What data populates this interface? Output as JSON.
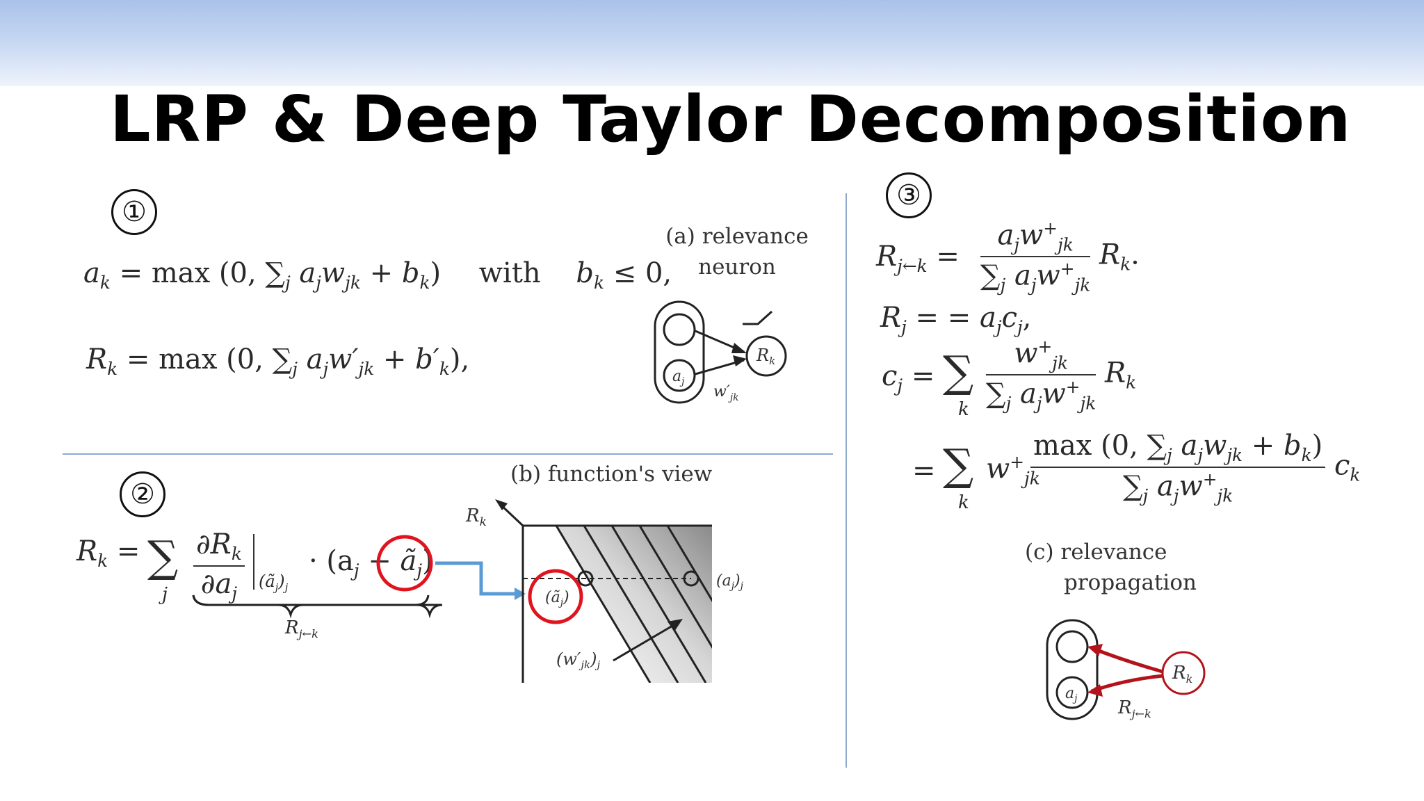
{
  "slide": {
    "title": "LRP & Deep Taylor Decomposition"
  },
  "sections": {
    "s1": {
      "number": "①",
      "eq1_lhs": "a",
      "eq1_lhs_sub": "k",
      "eq1_text": " = max (0, ∑",
      "eq1_sum_sub": "j",
      "eq1_mid": " a",
      "eq1_aj_sub": "j",
      "eq1_w": "w",
      "eq1_w_sub": "jk",
      "eq1_plus_b": " + b",
      "eq1_b_sub": "k",
      "eq1_close": ")",
      "eq1_with": "with",
      "eq1_cond_b": "b",
      "eq1_cond_sub": "k",
      "eq1_cond_rest": " ≤ 0,",
      "eq2_lhs": "R",
      "eq2_lhs_sub": "k",
      "eq2_text": " = max (0, ∑",
      "eq2_sum_sub": "j",
      "eq2_mid": " a",
      "eq2_aj_sub": "j",
      "eq2_w": "w′",
      "eq2_w_sub": "jk",
      "eq2_plus_b": " + b′",
      "eq2_b_sub": "k",
      "eq2_close": "),",
      "caption_line1": "(a) relevance",
      "caption_line2": "neuron",
      "diagram_node_aj": "a",
      "diagram_node_aj_sub": "j",
      "diagram_node_rk": "R",
      "diagram_node_rk_sub": "k",
      "diagram_weight": "w′",
      "diagram_weight_sub": "jk"
    },
    "s2": {
      "number": "②",
      "eq_lhs": "R",
      "eq_lhs_sub": "k",
      "eq_eq": " = ",
      "sum_sub": "j",
      "frac_num": "∂R",
      "frac_num_sub": "k",
      "frac_den": "∂a",
      "frac_den_sub": "j",
      "eval_at": "(ã",
      "eval_at_sub": "j",
      "eval_at_close": ")",
      "eval_at_close_sub": "j",
      "dot_term": "· (a",
      "dot_term_sub": "j",
      "minus": " − ",
      "tilde_a": "ã",
      "tilde_a_sub": "j",
      "close_paren": ")",
      "brace_label": "R",
      "brace_label_sub": "j←k",
      "caption": "(b) function's view",
      "axis_label": "R",
      "axis_label_sub": "k",
      "point_left": "(ã",
      "point_left_sub": "j",
      "point_left_close": ")",
      "point_right": "(a",
      "point_right_sub": "j",
      "point_right_close": ")",
      "point_right_close_sub": "j",
      "weight_label": "(w′",
      "weight_label_sub": "jk",
      "weight_label_close": ")",
      "weight_label_close_sub": "j"
    },
    "s3": {
      "number": "③",
      "eq1_lhs": "R",
      "eq1_lhs_sub": "j←k",
      "eq1_num": "a",
      "eq1_num_sub": "j",
      "eq1_num_w": "w",
      "eq1_num_w_sup": "+",
      "eq1_num_w_sub": "jk",
      "eq1_den": "∑",
      "eq1_den_sub": "j",
      "eq1_den_a": " a",
      "eq1_den_a_sub": "j",
      "eq1_den_w": "w",
      "eq1_den_w_sup": "+",
      "eq1_den_w_sub": "jk",
      "eq1_rhs": "R",
      "eq1_rhs_sub": "k",
      "eq1_end": ".",
      "eq2_lhs": "R",
      "eq2_lhs_sub": "j",
      "eq2_rhs": " = a",
      "eq2_rhs_sub": "j",
      "eq2_c": "c",
      "eq2_c_sub": "j",
      "eq2_end": ",",
      "eq3_lhs": "c",
      "eq3_lhs_sub": "j",
      "eq3_sum_sub": "k",
      "eq3_num": "w",
      "eq3_num_sup": "+",
      "eq3_num_sub": "jk",
      "eq3_den": "∑",
      "eq3_den_sub": "j",
      "eq3_den_a": " a",
      "eq3_den_a_sub": "j",
      "eq3_den_w": "w",
      "eq3_den_w_sup": "+",
      "eq3_den_w_sub": "jk",
      "eq3_rhs": "R",
      "eq3_rhs_sub": "k",
      "eq4_sum_sub": "k",
      "eq4_w": "w",
      "eq4_w_sup": "+",
      "eq4_w_sub": "jk",
      "eq4_num": "max (0, ∑",
      "eq4_num_sum_sub": "j",
      "eq4_num_a": " a",
      "eq4_num_a_sub": "j",
      "eq4_num_w": "w",
      "eq4_num_w_sub": "jk",
      "eq4_num_b": " + b",
      "eq4_num_b_sub": "k",
      "eq4_num_close": ")",
      "eq4_den": "∑",
      "eq4_den_sub": "j",
      "eq4_den_a": " a",
      "eq4_den_a_sub": "j",
      "eq4_den_w": "w",
      "eq4_den_w_sup": "+",
      "eq4_den_w_sub": "jk",
      "eq4_c": "c",
      "eq4_c_sub": "k",
      "caption_line1": "(c) relevance",
      "caption_line2": "propagation",
      "diagram_node_aj": "a",
      "diagram_node_aj_sub": "j",
      "diagram_node_rk": "R",
      "diagram_node_rk_sub": "k",
      "diagram_label": "R",
      "diagram_label_sub": "j←k"
    }
  },
  "colors": {
    "highlight_red": "#e0141e",
    "arrow_blue": "#5b9bd5",
    "divider": "#8eaacb",
    "propagation_red": "#b3141c"
  }
}
